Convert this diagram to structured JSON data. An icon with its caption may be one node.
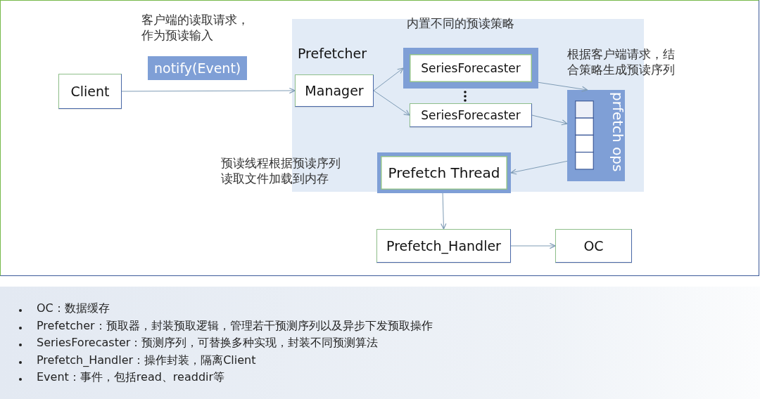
{
  "diagram": {
    "nodes": [
      {
        "text": [
          "Client"
        ]
      },
      {
        "text": [
          "Prefetcher"
        ]
      },
      {
        "text": [
          "Manager"
        ],
        "in": 1
      },
      {
        "text": [
          "SeriesForecaster"
        ],
        "in": 1
      },
      {
        "text": [
          "SeriesForecaster"
        ],
        "in": 1
      },
      {
        "text": [
          "prfetch ops"
        ],
        "in": 1
      },
      {
        "text": [
          "Prefetch Thread"
        ],
        "in": 1
      },
      {
        "text": [
          "Prefetch_Handler"
        ]
      },
      {
        "text": [
          "OC"
        ]
      }
    ],
    "edges": [
      {
        "from": 0,
        "to": 2,
        "arrow": "to",
        "label": "notify(Event)"
      },
      {
        "from": 2,
        "to": 3,
        "arrow": "to"
      },
      {
        "from": 2,
        "to": 4,
        "arrow": "to"
      },
      {
        "from": 3,
        "to": 5,
        "arrow": "to"
      },
      {
        "from": 4,
        "to": 5,
        "arrow": "to"
      },
      {
        "from": 5,
        "to": 6,
        "arrow": "to"
      },
      {
        "from": 6,
        "to": 7,
        "arrow": "to"
      },
      {
        "from": 7,
        "to": 8,
        "arrow": "to"
      }
    ],
    "labels": [
      "客户端的读取请求，作为预读输入",
      "内置不同的预读策略",
      "根据客户端请求，结合策略生成预读序列",
      "预读线程根据预读序列读取文件加载到内存",
      "OC：数据缓存",
      "Prefetcher：预取器，封装预取逻辑，管理若干预测序列以及异步下发预取操作",
      "SeriesForecaster：预测序列，可替换多种实现，封装不同预测算法",
      "Prefetch_Handler：操作封装，隔离Client",
      "Event：事件，包括read、readdir等"
    ]
  }
}
